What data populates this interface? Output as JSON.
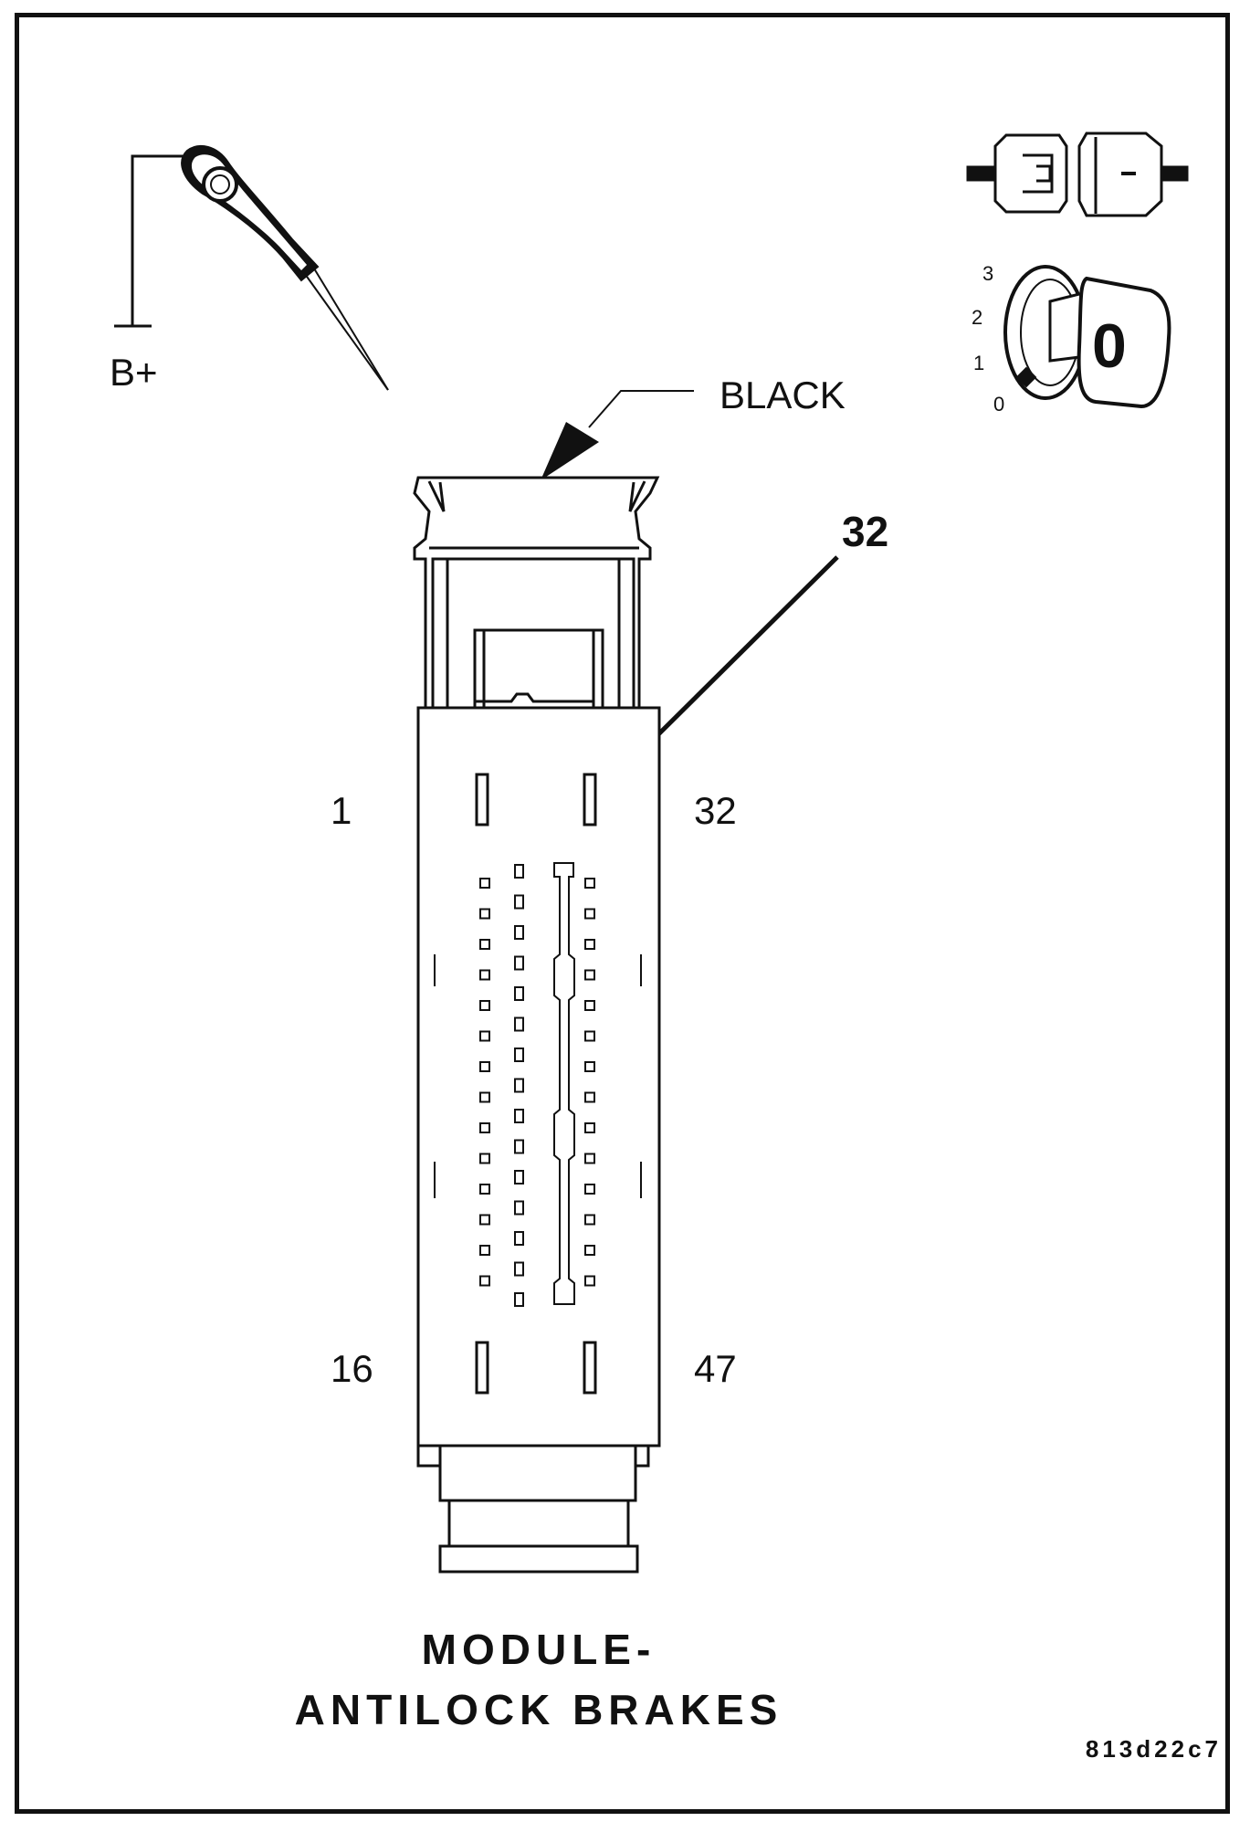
{
  "labels": {
    "battery": "B+",
    "connector_color": "BLACK",
    "callout_pin": "32",
    "pin_top_left": "1",
    "pin_top_right": "32",
    "pin_bottom_left": "16",
    "pin_bottom_right": "47",
    "title_line1": "MODULE-",
    "title_line2": "ANTILOCK BRAKES",
    "figure_id": "813d22c7"
  },
  "ignition_positions": [
    "3",
    "2",
    "1",
    "0"
  ],
  "ignition_key_symbol": "0",
  "icons": {
    "probe": "test-probe-icon",
    "connector_disconnect": "connector-disconnect-icon",
    "ignition": "ignition-key-icon"
  },
  "colors": {
    "ink": "#111111",
    "paper": "#ffffff"
  }
}
